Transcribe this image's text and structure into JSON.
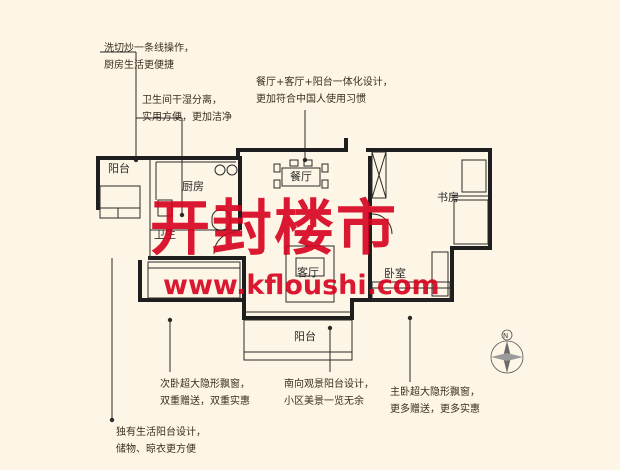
{
  "annotations": {
    "kitchen_line1": "洗切炒一条线操作，",
    "kitchen_line2": "厨房生活更便捷",
    "bath_line1": "卫生间干湿分离，",
    "bath_line2": "实用方便，更加洁净",
    "dining_line1": "餐厅+客厅+阳台一体化设计，",
    "dining_line2": "更加符合中国人使用习惯",
    "second_bed_line1": "次卧超大隐形飘窗，",
    "second_bed_line2": "双重赠送，双重实惠",
    "south_balcony_line1": "南向观景阳台设计，",
    "south_balcony_line2": "小区美景一览无余",
    "master_bed_line1": "主卧超大隐形飘窗，",
    "master_bed_line2": "更多赠送，更多实惠",
    "service_balcony_line1": "独有生活阳台设计，",
    "service_balcony_line2": "储物、晾衣更方便"
  },
  "rooms": {
    "balcony_west": "阳台",
    "kitchen": "厨房",
    "dining": "餐厅",
    "study": "书房",
    "bathroom": "卫生",
    "living": "客厅",
    "master_bedroom": "卧室",
    "balcony_south": "阳台"
  },
  "compass": {
    "north": "N"
  },
  "watermark": {
    "chinese": "开封楼市",
    "url": "www.kfloushi.com"
  },
  "colors": {
    "wall": "#1e1e1e",
    "line": "#2a2a2a",
    "watermark": "#d8001e",
    "background": "#fdf6e6"
  }
}
